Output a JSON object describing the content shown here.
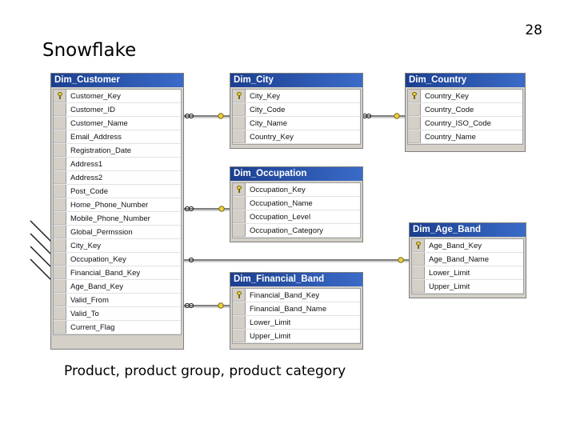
{
  "slide_number": "28",
  "title": "Snowflake",
  "caption": "Product, product group, product category",
  "tables": {
    "customer": {
      "name": "Dim_Customer",
      "columns": [
        "Customer_Key",
        "Customer_ID",
        "Customer_Name",
        "Email_Address",
        "Registration_Date",
        "Address1",
        "Address2",
        "Post_Code",
        "Home_Phone_Number",
        "Mobile_Phone_Number",
        "Global_Permssion",
        "City_Key",
        "Occupation_Key",
        "Financial_Band_Key",
        "Age_Band_Key",
        "Valid_From",
        "Valid_To",
        "Current_Flag"
      ]
    },
    "city": {
      "name": "Dim_City",
      "columns": [
        "City_Key",
        "City_Code",
        "City_Name",
        "Country_Key"
      ]
    },
    "country": {
      "name": "Dim_Country",
      "columns": [
        "Country_Key",
        "Country_Code",
        "Country_ISO_Code",
        "Country_Name"
      ]
    },
    "occupation": {
      "name": "Dim_Occupation",
      "columns": [
        "Occupation_Key",
        "Occupation_Name",
        "Occupation_Level",
        "Occupation_Category"
      ]
    },
    "age_band": {
      "name": "Dim_Age_Band",
      "columns": [
        "Age_Band_Key",
        "Age_Band_Name",
        "Lower_Limit",
        "Upper_Limit"
      ]
    },
    "financial_band": {
      "name": "Dim_Financial_Band",
      "columns": [
        "Financial_Band_Key",
        "Financial_Band_Name",
        "Lower_Limit",
        "Upper_Limit"
      ]
    }
  }
}
